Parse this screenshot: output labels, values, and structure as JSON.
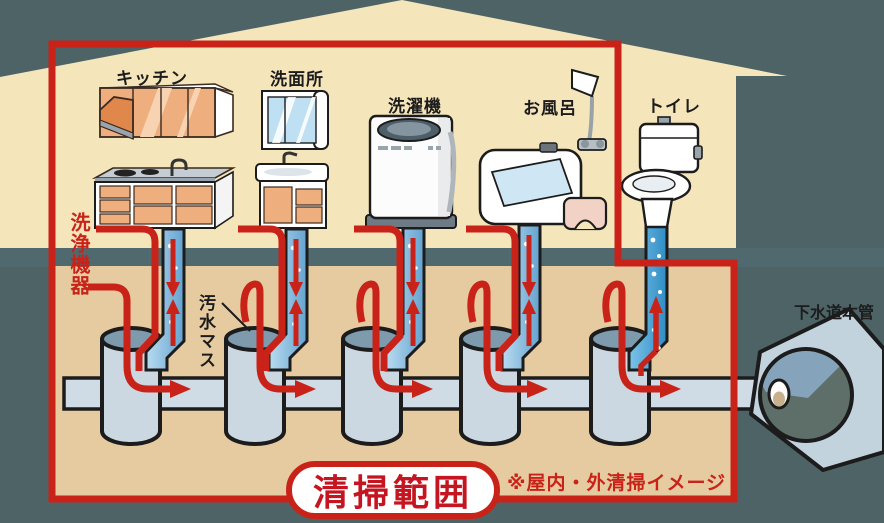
{
  "fixtures": [
    {
      "id": "kitchen",
      "label": "キッチン"
    },
    {
      "id": "washroom",
      "label": "洗面所"
    },
    {
      "id": "washing-machine",
      "label": "洗濯機"
    },
    {
      "id": "bath",
      "label": "お風呂"
    },
    {
      "id": "toilet",
      "label": "トイレ"
    }
  ],
  "labels": {
    "cleaning_equipment": "洗浄機器",
    "sewage_basin": "汚水マス",
    "sewer_main": "下水道本管",
    "cleaning_range": "清掃範囲",
    "note": "※屋内・外清掃イメージ"
  },
  "underground": {
    "basin_count": 5,
    "flow_direction": "left-to-right"
  },
  "colors": {
    "accent_red": "#c92319",
    "house_wall": "#f5e5bb",
    "ground": "#e6cba0",
    "floor_band": "#50696e",
    "outdoor": "#4d6366",
    "pipe_gray": "#cfdbe5",
    "basin_water": "#7e9aad",
    "drain_blue": "#64a3cf",
    "outline": "#1c1c1c"
  }
}
